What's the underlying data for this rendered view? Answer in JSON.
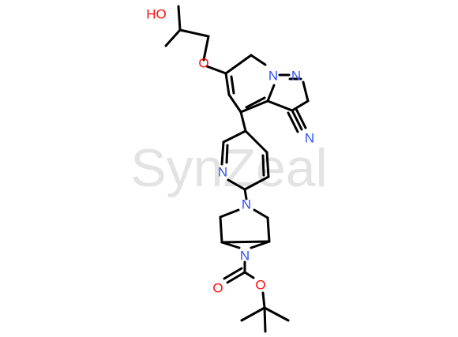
{
  "watermark": {
    "text": "SynZeal"
  },
  "colors": {
    "bond": "#000000",
    "oxygen": "#ff0d0d",
    "nitrogen": "#3050f8",
    "watermark": "#e3e3e3",
    "background": "#ffffff"
  },
  "atoms": {
    "hydroxyl": "HO",
    "ether_o": "O",
    "pyrazole_n1": "N",
    "pyrazole_n2": "N",
    "nitrile_n": "N",
    "pyridine_n": "N",
    "bicyclic_n_top": "N",
    "bicyclic_n_bottom": "N",
    "carbonyl_o": "O",
    "ester_o": "O"
  }
}
